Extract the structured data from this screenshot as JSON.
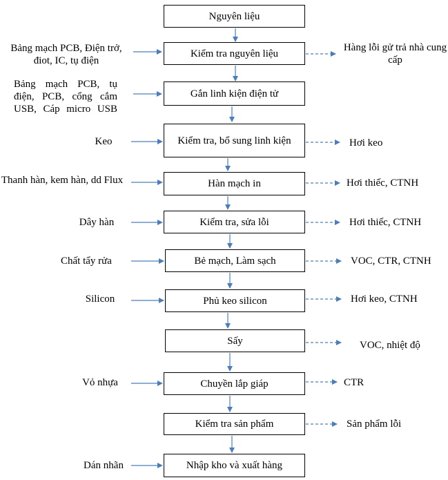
{
  "steps": [
    "Nguyên liệu",
    "Kiểm tra nguyên liệu",
    "Gắn linh kiện điện tử",
    "Kiểm tra, bổ sung linh kiện",
    "Hàn mạch in",
    "Kiểm tra, sửa lỗi",
    "Bẻ mạch, Làm sạch",
    "Phủ keo silicon",
    "Sấy",
    "Chuyền lắp giáp",
    "Kiểm tra sản phẩm",
    "Nhập kho và xuất hàng"
  ],
  "inputs": [
    "Bảng mạch PCB, Điện trở, điot, IC, tụ điện",
    "Bảng mạch PCB, tụ điện, PCB, cổng cắm USB, Cáp micro USB",
    "Keo",
    "Thanh hàn, kem hàn, dd Flux",
    "Dây hàn",
    "Chất tẩy rửa",
    "Silicon",
    "Vỏ nhựa",
    "Dán nhãn"
  ],
  "outputs": [
    "Hàng lỗi gử trả nhà cung cấp",
    "Hơi keo",
    "Hơi thiếc, CTNH",
    "Hơi thiếc, CTNH",
    "VOC, CTR, CTNH",
    "Hơi keo, CTNH",
    "VOC, nhiệt độ",
    "CTR",
    "Sản phẩm lỗi"
  ]
}
